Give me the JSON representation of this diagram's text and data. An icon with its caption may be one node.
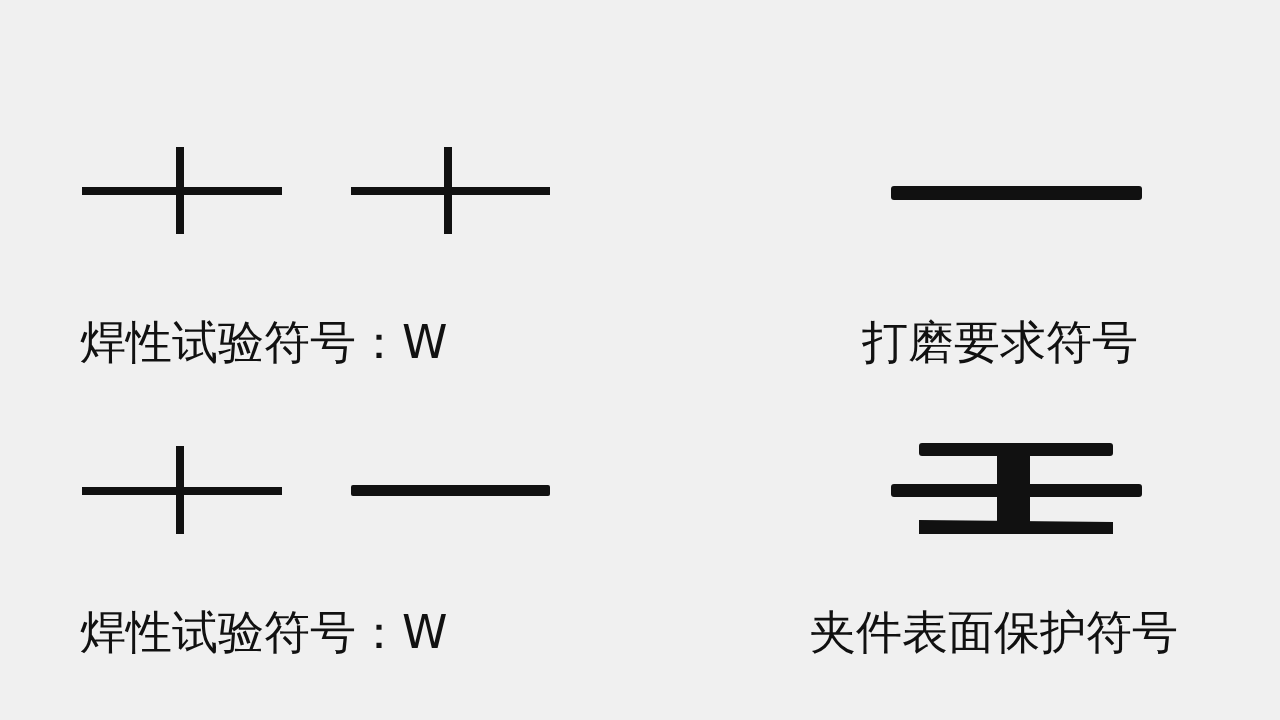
{
  "diagram": {
    "labels": [
      "焊性试验符号：W",
      "打磨要求符号",
      "焊性试验符号：W",
      "夹件表面保护符号"
    ]
  }
}
